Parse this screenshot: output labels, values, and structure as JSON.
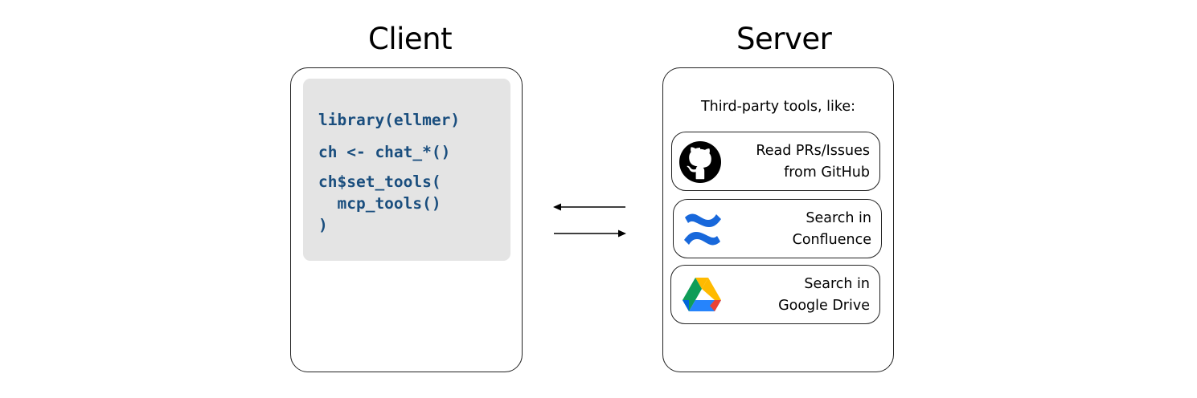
{
  "client": {
    "title": "Client",
    "code_lines": [
      "library(ellmer)",
      "ch <- chat_*()",
      "ch$set_tools(\n  mcp_tools()\n)"
    ]
  },
  "server": {
    "title": "Server",
    "caption": "Third-party tools, like:",
    "tools": [
      {
        "icon": "github-icon",
        "line1": "Read PRs/Issues",
        "line2": "from GitHub"
      },
      {
        "icon": "confluence-icon",
        "line1": "Search in",
        "line2": "Confluence"
      },
      {
        "icon": "google-drive-icon",
        "line1": "Search in",
        "line2": "Google Drive"
      }
    ]
  },
  "colors": {
    "code_text": "#1a4e7e",
    "code_background": "#e4e4e4",
    "github": "#000000",
    "confluence": "#1868db",
    "drive_green": "#0f9d58",
    "drive_yellow": "#ffba00",
    "drive_blue": "#2684fc",
    "drive_red": "#ea4335"
  }
}
